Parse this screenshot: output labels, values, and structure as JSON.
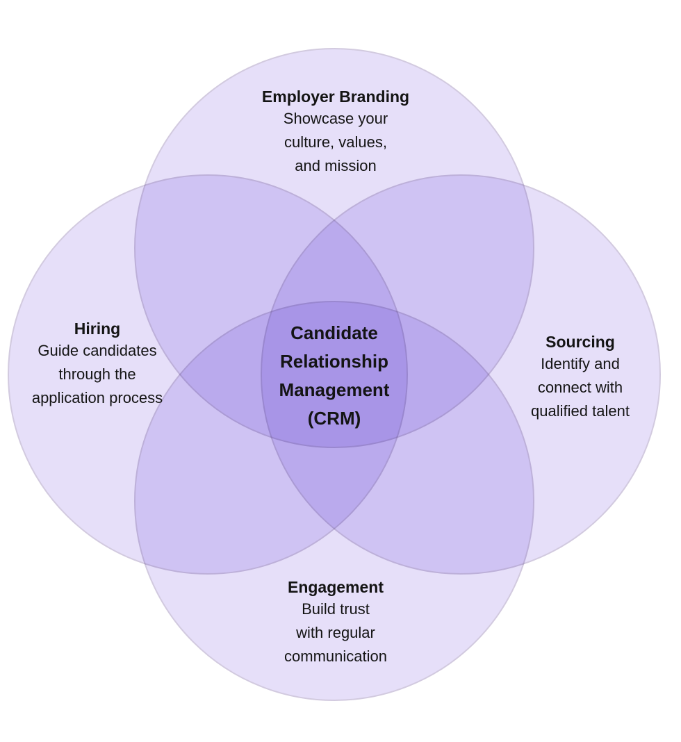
{
  "venn": {
    "center": {
      "title": "Candidate Relationship Management (CRM)",
      "lines": [
        "Candidate",
        "Relationship",
        "Management",
        "(CRM)"
      ]
    },
    "circles": [
      {
        "id": "employer-branding",
        "position": "top",
        "title": "Employer Branding",
        "lines": [
          "Showcase your",
          "culture, values,",
          "and mission"
        ]
      },
      {
        "id": "hiring",
        "position": "left",
        "title": "Hiring",
        "lines": [
          "Guide candidates",
          "through the",
          "application process"
        ]
      },
      {
        "id": "sourcing",
        "position": "right",
        "title": "Sourcing",
        "lines": [
          "Identify and",
          "connect with",
          "qualified talent"
        ]
      },
      {
        "id": "engagement",
        "position": "bottom",
        "title": "Engagement",
        "lines": [
          "Build trust",
          "with regular",
          "communication"
        ]
      }
    ],
    "colors": {
      "background": "#FFFFFF",
      "circle_fill": "#E6DFF9",
      "circle_border": "#D2CADF",
      "overlap_two": "#CFC2F7",
      "overlap_three": "#BBA7F2",
      "overlap_center": "#B19CF3",
      "text": "#141414"
    }
  }
}
